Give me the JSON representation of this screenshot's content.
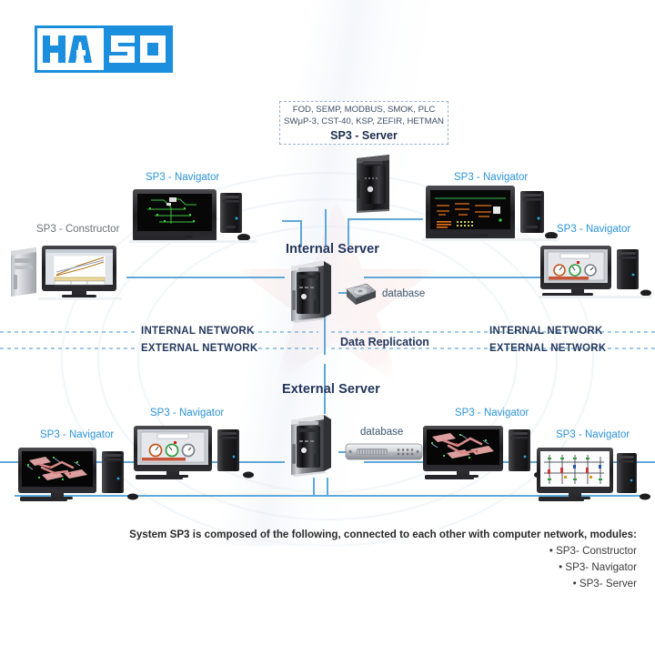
{
  "logo": {
    "name": "HASO",
    "left_text": "HA",
    "right_text": "SO",
    "accent_color": "#1b8ede"
  },
  "protocol_box": {
    "line1": "FOD, SEMP, MODBUS, SMOK, PLC",
    "line2": "SWμP-3, CST-40, KSP, ZEFIR, HETMAN",
    "title": "SP3 - Server"
  },
  "nodes": {
    "server_top": {
      "label": "SP3 - Server"
    },
    "nav_top_left": {
      "label": "SP3 - Navigator"
    },
    "nav_top_right": {
      "label": "SP3 - Navigator"
    },
    "constructor": {
      "label": "SP3 - Constructor"
    },
    "nav_mid_right": {
      "label": "SP3 - Navigator"
    },
    "internal_server": {
      "label": "Internal Server"
    },
    "internal_database": {
      "label": "database"
    },
    "external_server": {
      "label": "External Server"
    },
    "external_database": {
      "label": "database"
    },
    "nav_bottom_far_left": {
      "label": "SP3 - Navigator"
    },
    "nav_bottom_left": {
      "label": "SP3 - Navigator"
    },
    "nav_bottom_right": {
      "label": "SP3 - Navigator"
    },
    "nav_bottom_far_right": {
      "label": "SP3 - Navigator"
    }
  },
  "zones": {
    "data_replication": "Data Replication",
    "left": {
      "internal": "INTERNAL NETWORK",
      "external": "EXTERNAL NETWORK"
    },
    "right": {
      "internal": "INTERNAL NETWORK",
      "external": "EXTERNAL NETWORK"
    }
  },
  "caption": {
    "heading": "System SP3 is composed of the following, connected to each other with computer network, modules:",
    "items": [
      "• SP3- Constructor",
      "• SP3- Navigator",
      "• SP3- Server"
    ]
  },
  "colors": {
    "wire": "#5fa8d8",
    "dashed": "#7fb6dd",
    "navigator_label": "#2b93d8",
    "server_label": "#22355c"
  }
}
